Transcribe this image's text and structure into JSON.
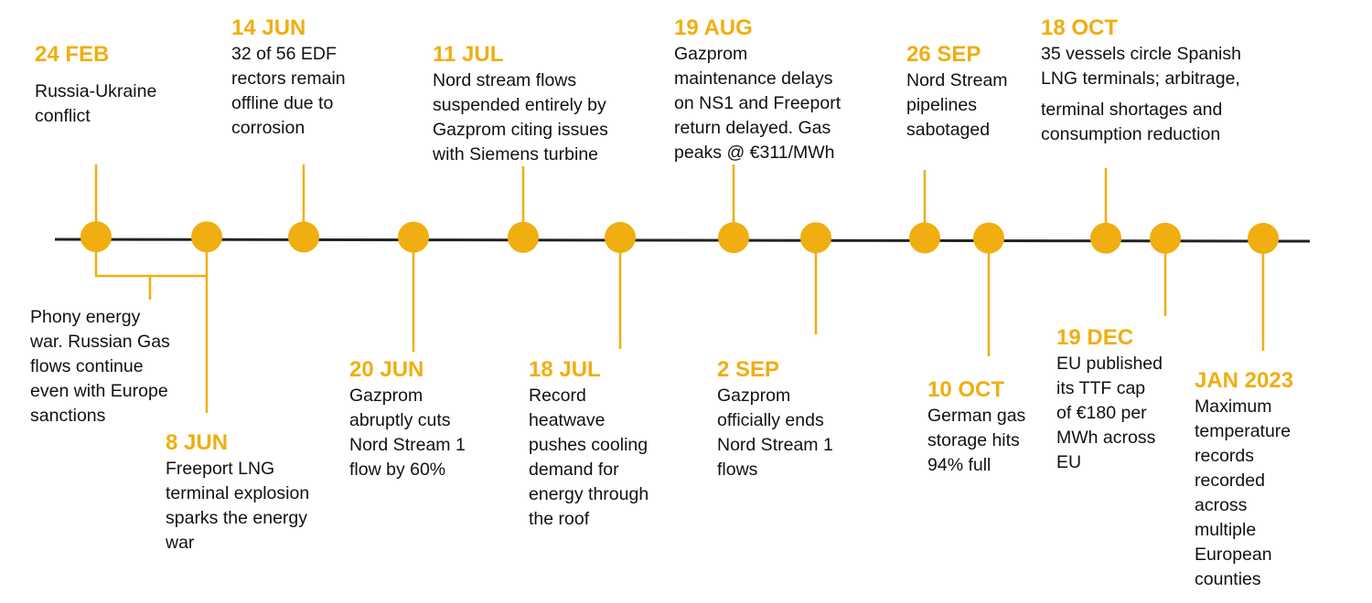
{
  "colors": {
    "accent": "#F0AE10",
    "axis": "#222222",
    "text": "#111111"
  },
  "timeline": {
    "events": [
      {
        "date": "24 FEB",
        "lines": [
          "Russia-Ukraine",
          "conflict"
        ]
      },
      {
        "date": "8 JUN",
        "lines": [
          "Freeport LNG",
          "terminal explosion",
          "sparks the energy",
          "war"
        ]
      },
      {
        "date": "14 JUN",
        "lines": [
          "32 of 56 EDF",
          "rectors remain",
          "offline due to",
          "corrosion"
        ]
      },
      {
        "date": "20 JUN",
        "lines": [
          "Gazprom",
          "abruptly cuts",
          "Nord Stream 1",
          "flow by 60%"
        ]
      },
      {
        "date": "11 JUL",
        "lines": [
          "Nord stream flows",
          "suspended entirely by",
          "Gazprom citing issues",
          "with Siemens turbine"
        ]
      },
      {
        "date": "18 JUL",
        "lines": [
          "Record",
          "heatwave",
          "pushes cooling",
          "demand for",
          "energy through",
          "the roof"
        ]
      },
      {
        "date": "19 AUG",
        "lines": [
          "Gazprom",
          "maintenance delays",
          "on NS1 and Freeport",
          "return delayed. Gas",
          "peaks @ €311/MWh"
        ]
      },
      {
        "date": "2 SEP",
        "lines": [
          "Gazprom",
          "officially ends",
          "Nord Stream 1",
          "flows"
        ]
      },
      {
        "date": "26 SEP",
        "lines": [
          "Nord Stream",
          "pipelines",
          "sabotaged"
        ]
      },
      {
        "date": "10 OCT",
        "lines": [
          "German gas",
          "storage hits",
          "94% full"
        ]
      },
      {
        "date": "18 OCT",
        "lines": [
          "35 vessels circle Spanish",
          "LNG terminals; arbitrage,",
          "terminal shortages and",
          "consumption reduction"
        ]
      },
      {
        "date": "19 DEC",
        "lines": [
          "EU published",
          "its TTF cap",
          "of €180 per",
          "MWh across",
          "EU"
        ]
      },
      {
        "date": "JAN 2023",
        "lines": [
          "Maximum",
          "temperature",
          "records",
          "recorded",
          "across",
          "multiple",
          "European",
          "counties"
        ]
      }
    ],
    "shared_note": {
      "lines": [
        "Phony energy",
        "war. Russian Gas",
        "flows continue",
        "even with Europe",
        "sanctions"
      ]
    }
  }
}
